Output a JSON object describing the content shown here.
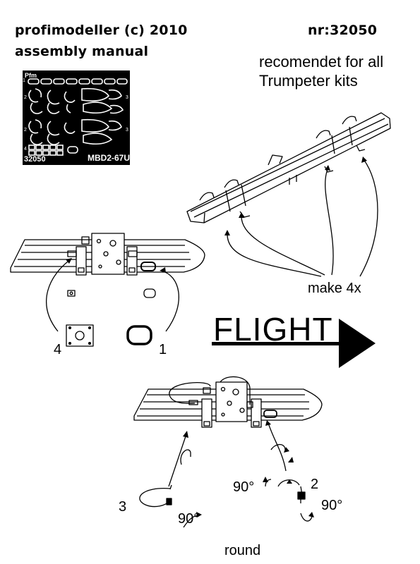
{
  "header": {
    "brand": "profimodeller (c) 2010",
    "subtitle": "assembly manual",
    "catalog_number": "nr:32050",
    "recommendation_line1": "recomendet for all",
    "recommendation_line2": "Trumpeter kits"
  },
  "fret": {
    "logo": "Pfm",
    "number": "32050",
    "name": "MBD2-67U",
    "row_numbers": [
      "1",
      "2",
      "3",
      "2",
      "3",
      "4"
    ]
  },
  "step_rack": {
    "quantity_note": "make 4x"
  },
  "step_1": {
    "part_left": "4",
    "part_right": "1"
  },
  "direction": {
    "label": "FLIGHT"
  },
  "step_2": {
    "part_3": "3",
    "part_2": "2",
    "angle_left_top": "90°",
    "angle_left_bottom": "90°",
    "angle_right": "90°",
    "shape_note": "round"
  },
  "colors": {
    "ink": "#000000",
    "paper": "#ffffff",
    "fret_background": "#000000",
    "part_outline": "#ffffff"
  }
}
